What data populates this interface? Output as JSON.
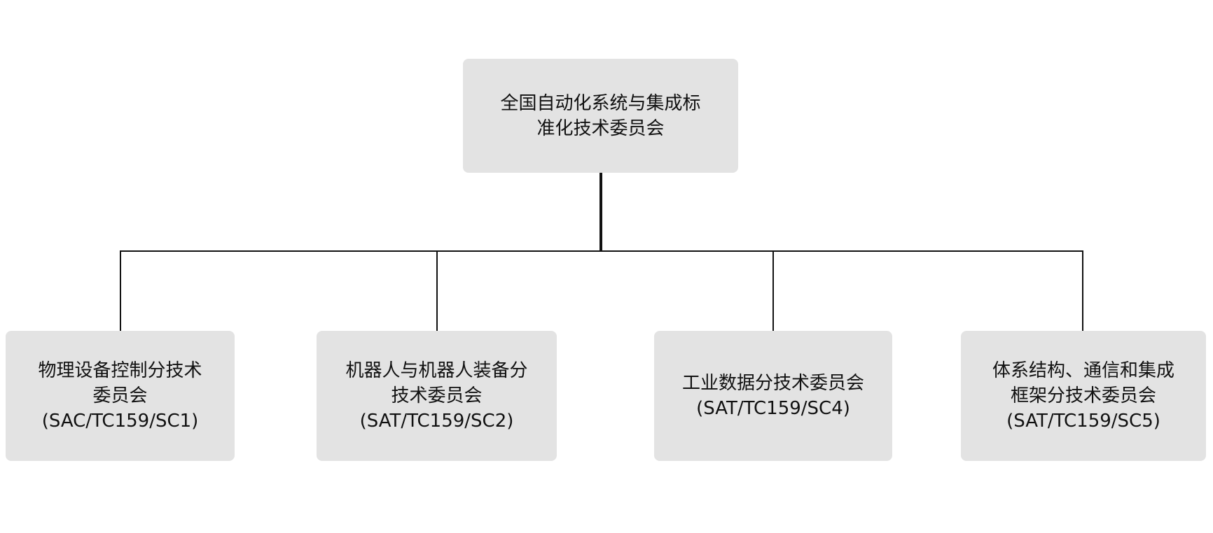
{
  "root": {
    "line1": "全国自动化系统与集成标",
    "line2": "准化技术委员会"
  },
  "children": [
    {
      "line1": "物理设备控制分技术",
      "line2": "委员会",
      "code": "(SAC/TC159/SC1)"
    },
    {
      "line1": "机器人与机器人装备分",
      "line2": "技术委员会",
      "code": "(SAT/TC159/SC2)"
    },
    {
      "line1": "工业数据分技术委员会",
      "code": "(SAT/TC159/SC4)"
    },
    {
      "line1": "体系结构、通信和集成",
      "line2": "框架分技术委员会",
      "code": "(SAT/TC159/SC5)"
    }
  ]
}
